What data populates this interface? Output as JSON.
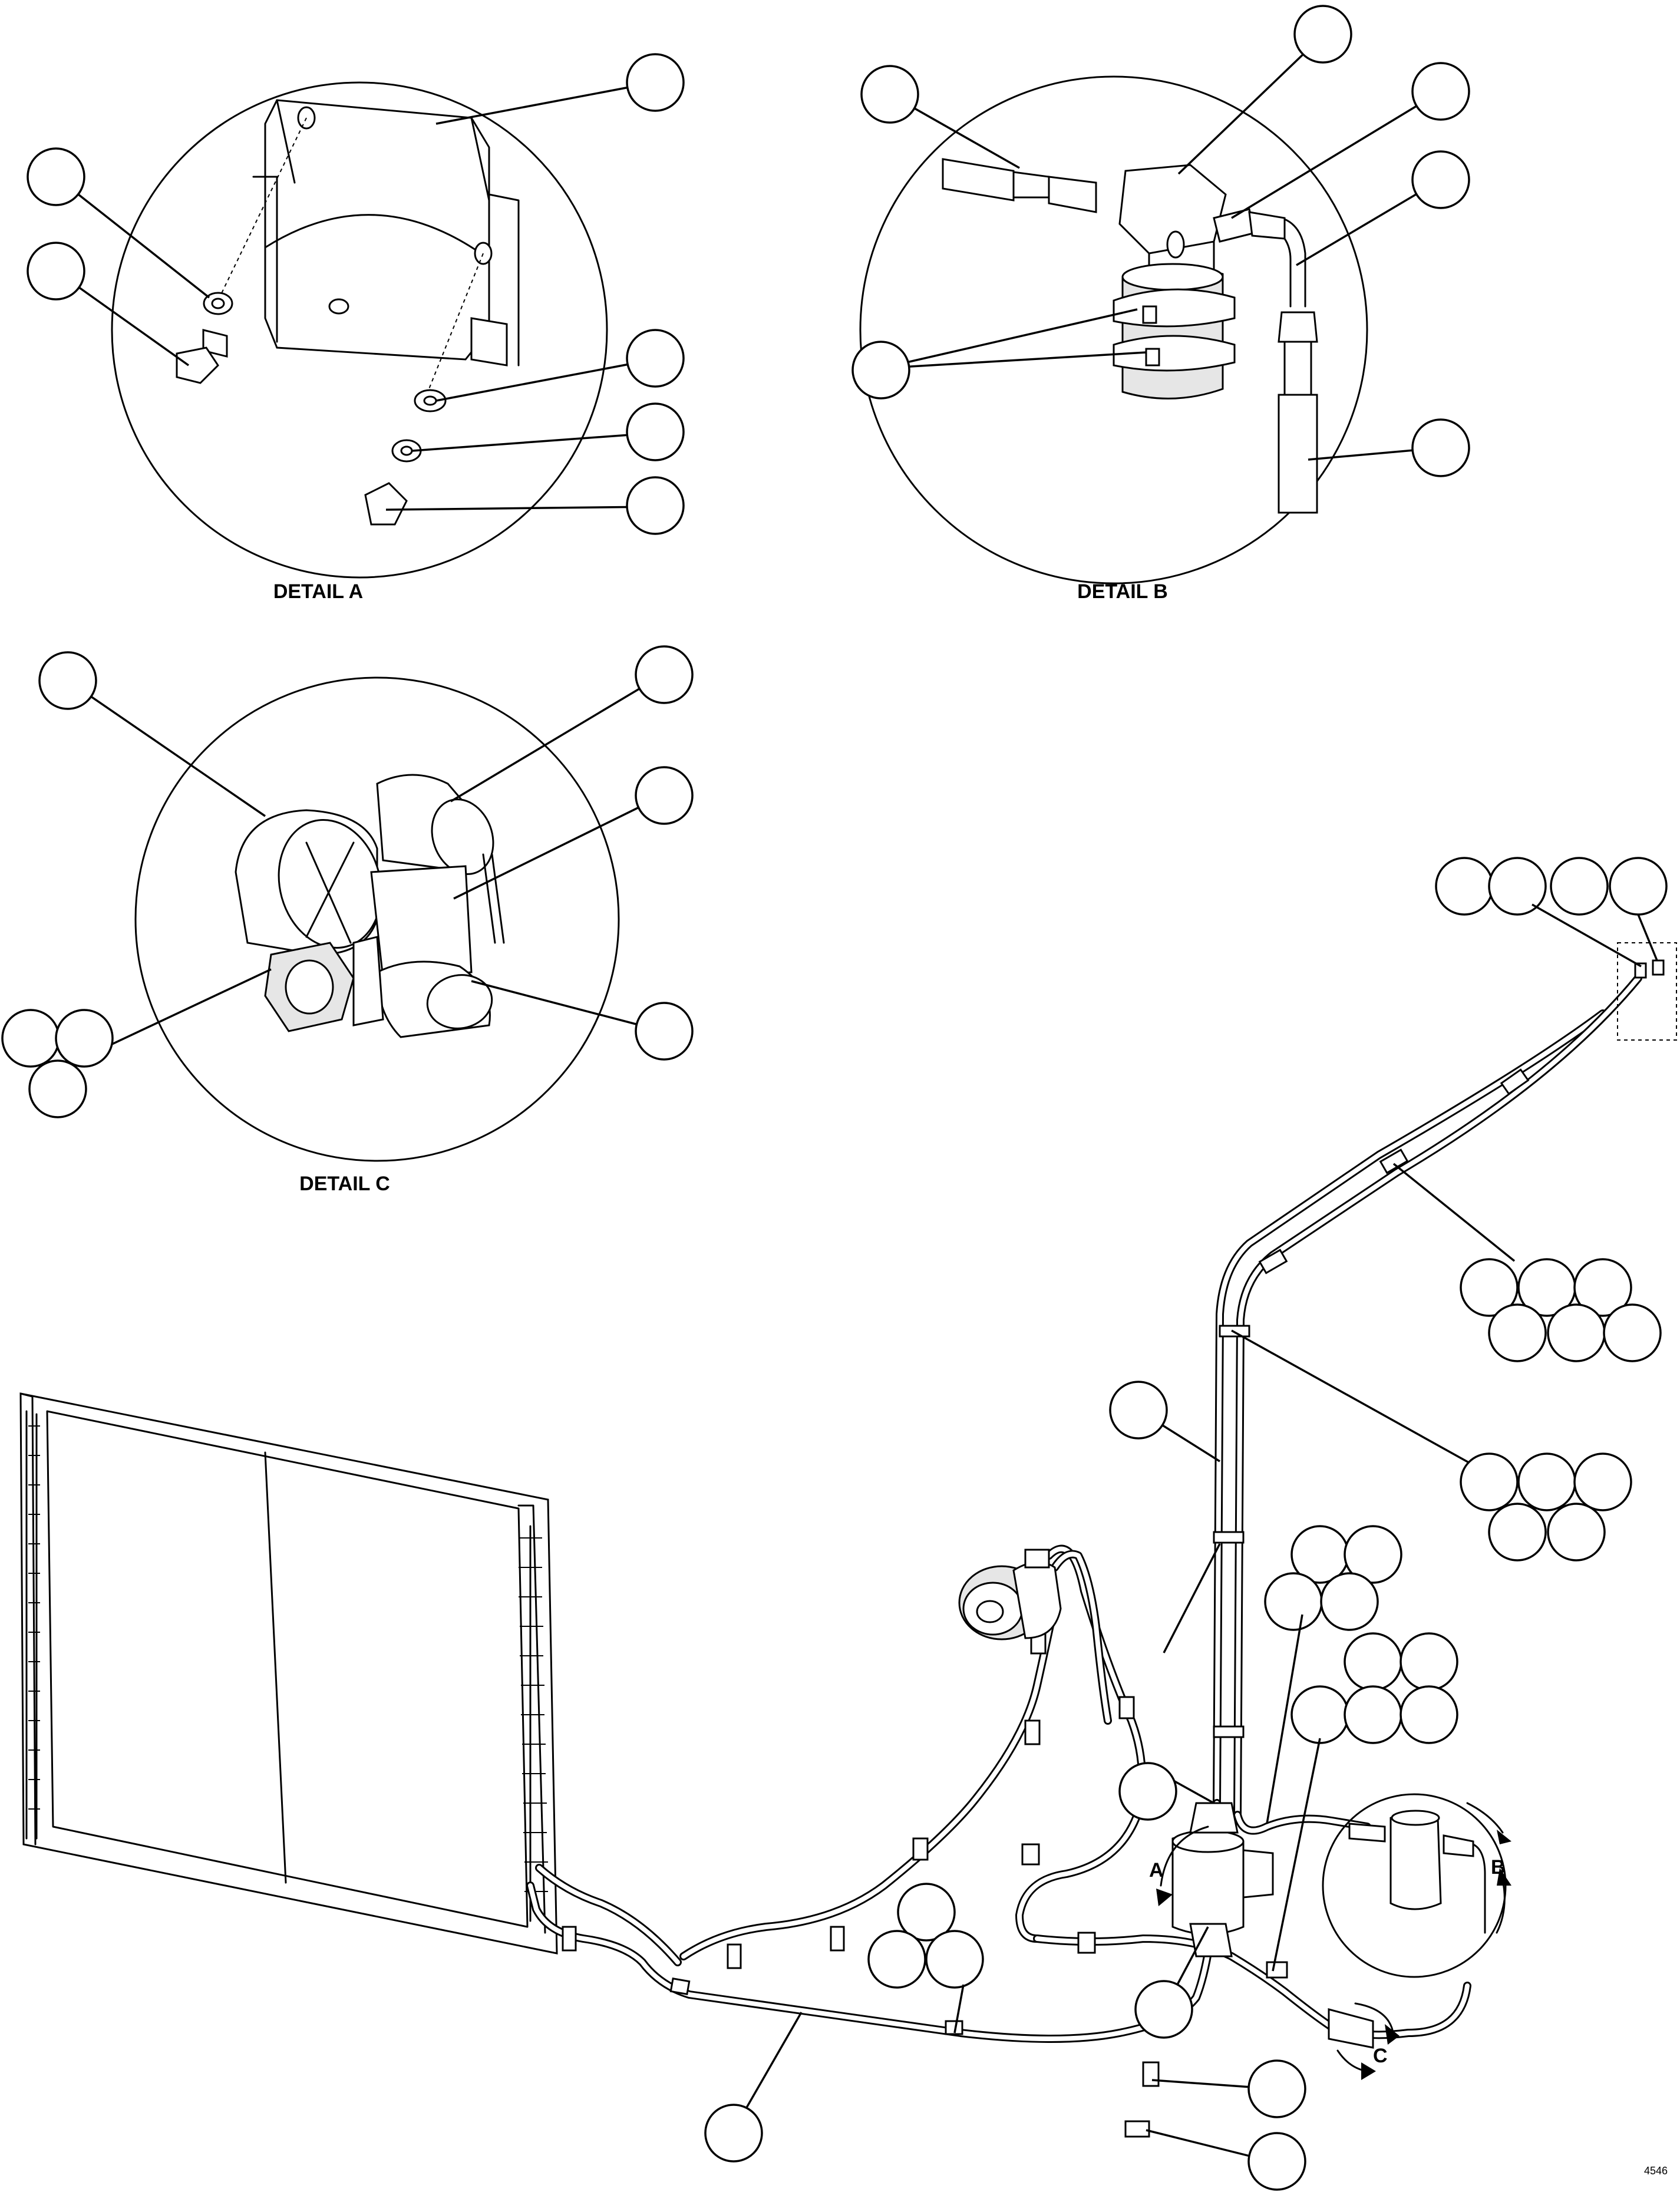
{
  "details": {
    "a_label": "DETAIL A",
    "b_label": "DETAIL B",
    "c_label": "DETAIL C"
  },
  "view_markers": {
    "a": "A",
    "b": "B",
    "c": "C"
  },
  "sheet_number": "4546",
  "colors": {
    "line": "#000000",
    "background": "#ffffff",
    "shade": "#e6e6e6"
  }
}
